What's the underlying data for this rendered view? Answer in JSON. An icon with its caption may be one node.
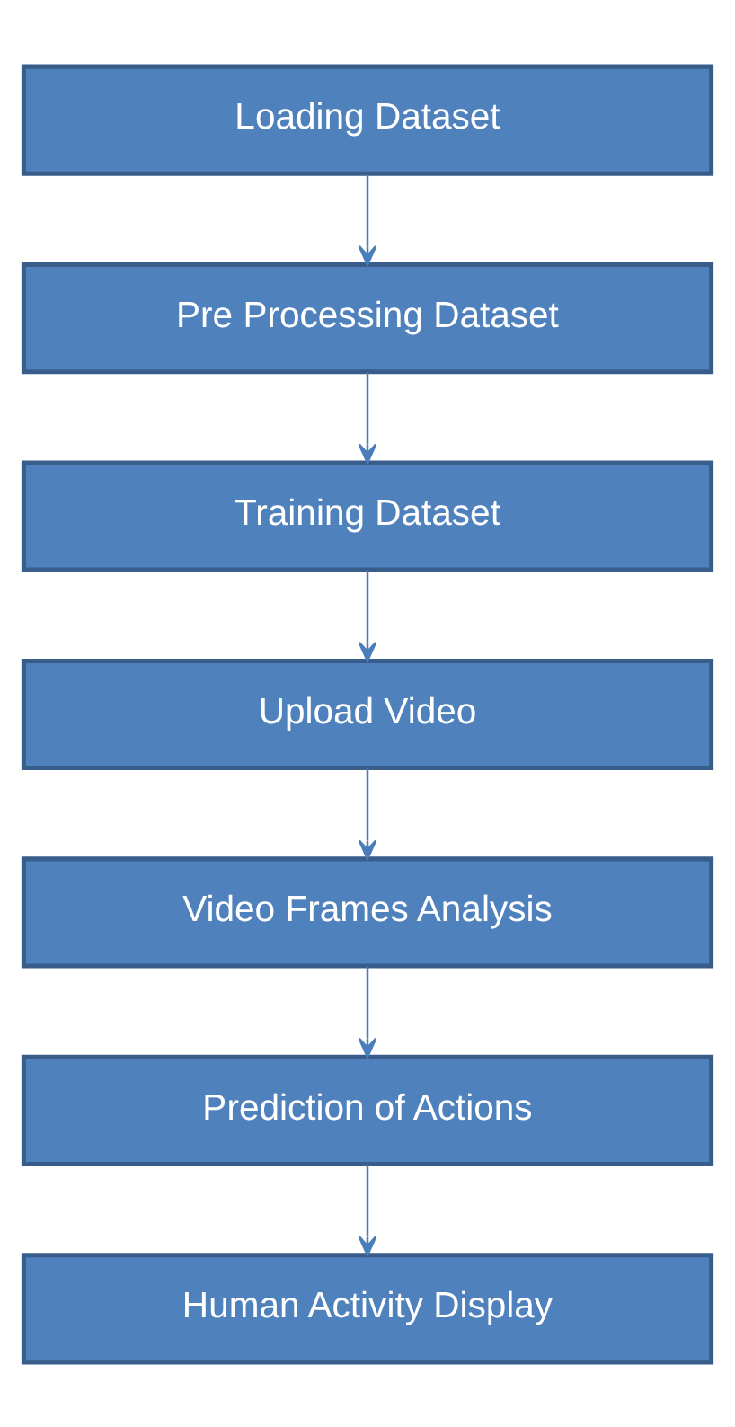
{
  "diagram": {
    "nodes": [
      {
        "text": [
          "Loading Dataset"
        ]
      },
      {
        "text": [
          "Pre Processing Dataset"
        ]
      },
      {
        "text": [
          "Training Dataset"
        ]
      },
      {
        "text": [
          "Upload Video"
        ]
      },
      {
        "text": [
          "Video Frames Analysis"
        ]
      },
      {
        "text": [
          "Prediction of Actions"
        ]
      },
      {
        "text": [
          "Human Activity Display"
        ]
      }
    ],
    "edges": [
      {
        "from": 0,
        "to": 1,
        "arrow": "to"
      },
      {
        "from": 1,
        "to": 2,
        "arrow": "to"
      },
      {
        "from": 2,
        "to": 3,
        "arrow": "to"
      },
      {
        "from": 3,
        "to": 4,
        "arrow": "to"
      },
      {
        "from": 4,
        "to": 5,
        "arrow": "to"
      },
      {
        "from": 5,
        "to": 6,
        "arrow": "to"
      }
    ]
  }
}
